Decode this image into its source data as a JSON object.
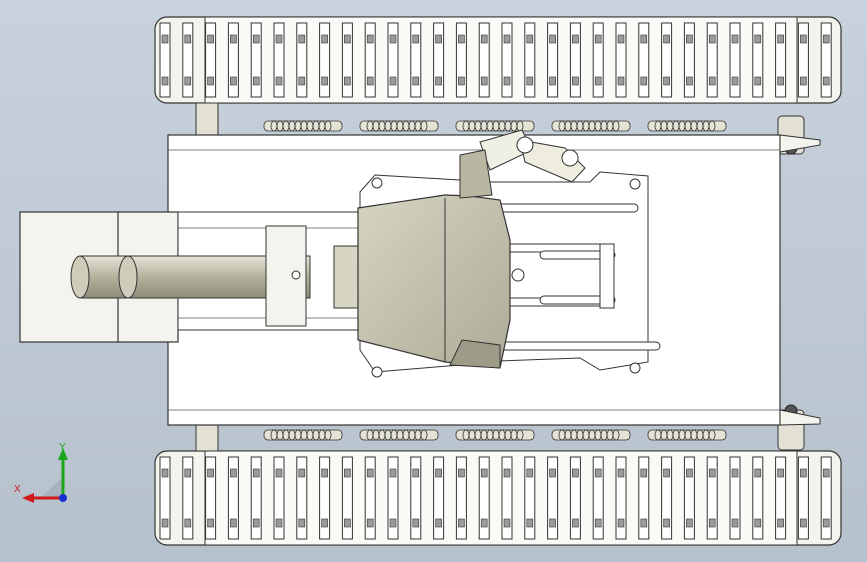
{
  "viewport": {
    "title": "",
    "background_top": "#c9d2dc",
    "background_bottom": "#b5c1cc"
  },
  "model": {
    "description_tag": "tracked-robot-chassis-top-view",
    "part_fill": "#ffffff",
    "part_shade": "#d4d3c4",
    "bucket_fill": "#c8c6b2",
    "edge_color": "#3a3a3a",
    "cylinder_fill": "#bdbca8"
  },
  "triad": {
    "x_label": "X",
    "y_label": "Y",
    "x_color": "#d11a1a",
    "y_color": "#1aa61a",
    "z_color": "#1a2fd1"
  }
}
